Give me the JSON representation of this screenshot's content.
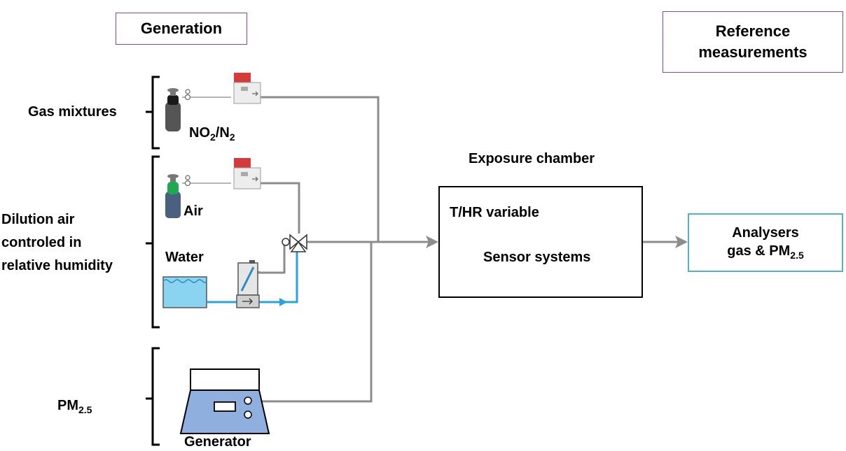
{
  "headers": {
    "generation": "Generation",
    "reference_line1": "Reference",
    "reference_line2": "measurements"
  },
  "left_labels": {
    "gas_mixtures": "Gas mixtures",
    "dilution_line1": "Dilution air",
    "dilution_line2": "controled in",
    "dilution_line3": "relative humidity",
    "pm_main": "PM",
    "pm_sub": "2.5"
  },
  "sources": {
    "no2_a": "NO",
    "no2_sub1": "2",
    "no2_b": "/N",
    "no2_sub2": "2",
    "air": "Air",
    "water": "Water",
    "generator": "Generator"
  },
  "chamber": {
    "title": "Exposure chamber",
    "variable": "T/HR variable",
    "sensors": "Sensor systems"
  },
  "analysers": {
    "line1": "Analysers",
    "line2_a": "gas & PM",
    "line2_sub": "2.5"
  },
  "colors": {
    "line_gray": "#8c8c8c",
    "water_blue": "#29a3dc",
    "header_border": "#7f4aa6",
    "analyser_border": "#4fb3c4",
    "generator_blue": "#8fb0de"
  }
}
